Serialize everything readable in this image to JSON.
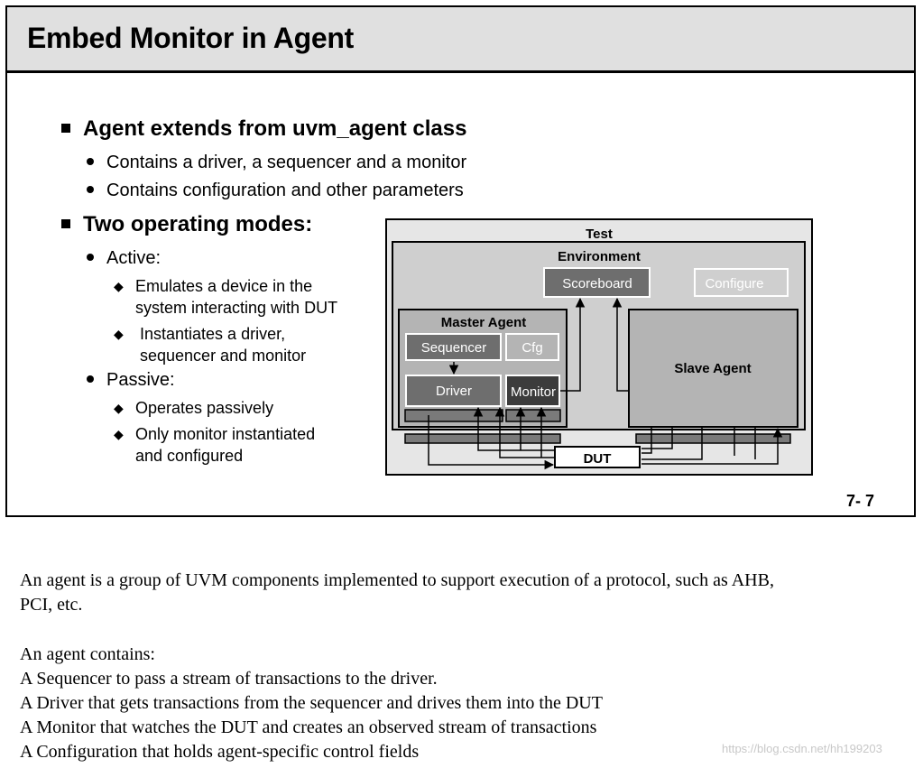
{
  "slide": {
    "title": "Embed Monitor in Agent",
    "bullets": {
      "b1": "Agent extends from uvm_agent class",
      "b1_sub1": "Contains a driver, a sequencer and a monitor",
      "b1_sub2": "Contains configuration and other parameters",
      "b2": "Two operating modes:",
      "active": "Active:",
      "active_sub1_line1": "Emulates a device in the",
      "active_sub1_line2": "system interacting with DUT",
      "active_sub2_line1": "Instantiates a driver,",
      "active_sub2_line2": "sequencer and monitor",
      "passive": "Passive:",
      "passive_sub1": "Operates passively",
      "passive_sub2_line1": "Only monitor instantiated",
      "passive_sub2_line2": "and configured"
    },
    "page_number": "7- 7"
  },
  "diagram": {
    "test": "Test",
    "environment": "Environment",
    "scoreboard": "Scoreboard",
    "configure": "Configure",
    "master_agent": "Master Agent",
    "sequencer": "Sequencer",
    "cfg": "Cfg",
    "driver": "Driver",
    "monitor": "Monitor",
    "slave_agent": "Slave Agent",
    "dut": "DUT",
    "colors": {
      "test_bg": "#e6e6e6",
      "env_bg": "#cfcfcf",
      "agent_bg": "#b4b4b4",
      "block_dark": "#6e6e6e",
      "block_darker": "#3c3c3c",
      "bus_bar": "#7a7a7a"
    }
  },
  "notes": {
    "line1": "An agent is a group of UVM components implemented to support execution of a protocol, such as AHB,",
    "line2": "PCI, etc.",
    "line3": "An agent contains:",
    "line4": "A Sequencer to pass a stream of transactions to the driver.",
    "line5": "A Driver that gets transactions from the sequencer and drives them into the DUT",
    "line6": "A Monitor that watches the DUT and creates an observed stream of transactions",
    "line7": "A Configuration that holds agent-specific control fields"
  },
  "watermark": "https://blog.csdn.net/hh199203"
}
